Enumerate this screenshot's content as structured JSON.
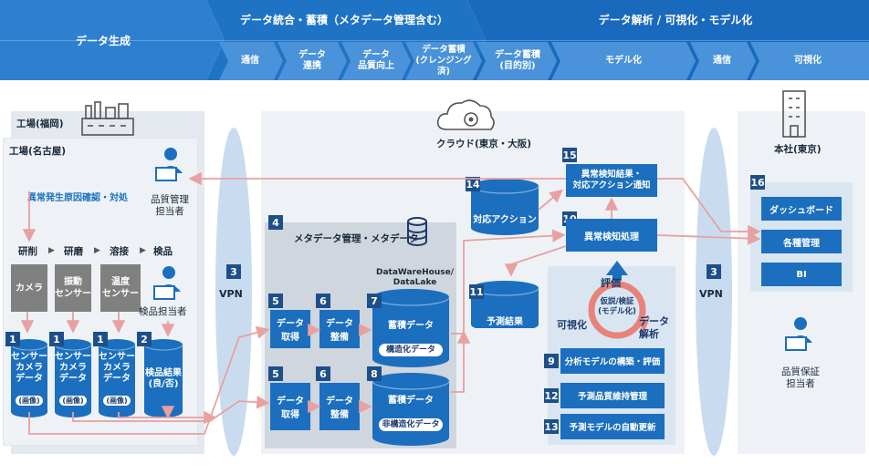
{
  "header": {
    "gen": "データ生成",
    "integration": "データ統合・蓄積（メタデータ管理含む）",
    "analysis": "データ解析 / 可視化・モデル化",
    "sub": [
      "通信",
      "データ\n連携",
      "データ\n品質向上",
      "データ蓄積\n(クレンジング済)",
      "データ蓄積\n(目的別)",
      "モデル化",
      "通信",
      "可視化"
    ]
  },
  "factory": {
    "fukuoka": "工場(福岡)",
    "nagoya": "工場(名古屋)",
    "quality_manager": "品質管理\n担当者",
    "investigation": "異常発生原因確認・対処",
    "processes": [
      "研削",
      "研磨",
      "溶接",
      "検品"
    ],
    "sensors": [
      "カメラ",
      "振動\nセンサー",
      "温度\nセンサー"
    ],
    "inspector": "検品担当者",
    "cylinders": [
      {
        "num": "1",
        "label": "センサー\nカメラ\nデータ",
        "chip": "(画像)"
      },
      {
        "num": "1",
        "label": "センサー\nカメラ\nデータ",
        "chip": "(画像)"
      },
      {
        "num": "1",
        "label": "センサー\nカメラ\nデータ",
        "chip": "(画像)"
      },
      {
        "num": "2",
        "label": "検品結果\n(良/否)",
        "chip": ""
      }
    ]
  },
  "vpn": {
    "num": "3",
    "label": "VPN"
  },
  "cloud": {
    "title": "クラウド(東京・大阪)",
    "meta_num": "4",
    "meta_title": "メタデータ管理・メタデータ",
    "dwh": "DataWareHouse/\nDataLake",
    "acquire": "データ\n取得",
    "arrange": "データ\n整備",
    "num5": "5",
    "num6": "6",
    "store_struct": {
      "num": "7",
      "label": "蓄積データ",
      "chip": "構造化データ"
    },
    "store_unstruct": {
      "num": "8",
      "label": "蓄積データ",
      "chip": "非構造化データ"
    },
    "action": {
      "num": "14",
      "label": "対応アクション"
    },
    "notify": {
      "num": "15",
      "label": "異常検知結果・\n対応アクション通知"
    },
    "detect": {
      "num": "10",
      "label": "異常検知処理"
    },
    "predict": {
      "num": "11",
      "label": "予測結果"
    },
    "cycle": {
      "eval": "評価",
      "center": "仮説/検証\n(モデル化)",
      "vis": "可視化",
      "analysis": "データ\n解析"
    },
    "tasks": [
      {
        "num": "9",
        "label": "分析モデルの構築・評価"
      },
      {
        "num": "12",
        "label": "予測品質維持管理"
      },
      {
        "num": "13",
        "label": "予測モデルの自動更新"
      }
    ]
  },
  "hq": {
    "title": "本社(東京)",
    "num": "16",
    "items": [
      "ダッシュボード",
      "各種管理",
      "BI"
    ],
    "assurance": "品質保証\n担当者"
  },
  "colors": {
    "accent": "#1b6fbe",
    "header_light": "#3a86d2",
    "header_dark": "#1565b8",
    "arrow": "#e8a0a0",
    "vpn": "#c9dcef"
  }
}
